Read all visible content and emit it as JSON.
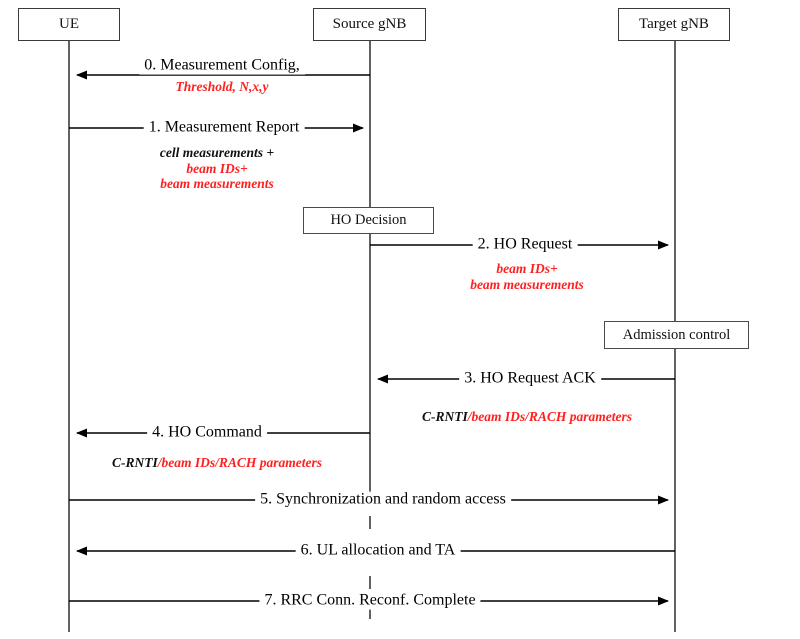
{
  "diagram": {
    "title": "Handover procedure sequence diagram",
    "type": "sequence-diagram",
    "colors": {
      "highlight": "#ff2020",
      "text": "#111111",
      "line": "#3a3a3a",
      "background": "#ffffff"
    }
  },
  "actors": [
    {
      "id": "ue",
      "label": "UE"
    },
    {
      "id": "source",
      "label": "Source gNB"
    },
    {
      "id": "target",
      "label": "Target gNB"
    }
  ],
  "process_boxes": [
    {
      "id": "ho-decision",
      "label": "HO Decision",
      "actor": "source"
    },
    {
      "id": "admission-control",
      "label": "Admission control",
      "actor": "target"
    }
  ],
  "messages": [
    {
      "id": "msg-0",
      "label": "0. Measurement Config,",
      "from": "source",
      "to": "ue",
      "direction": "left",
      "sub_lines": [
        {
          "parts": [
            {
              "text": "Threshold, N,x,y",
              "color": "red"
            }
          ]
        }
      ]
    },
    {
      "id": "msg-1",
      "label": "1. Measurement Report",
      "from": "ue",
      "to": "source",
      "direction": "right",
      "sub_lines": [
        {
          "parts": [
            {
              "text": "cell measurements +",
              "color": "black"
            }
          ]
        },
        {
          "parts": [
            {
              "text": "beam IDs+",
              "color": "red"
            }
          ]
        },
        {
          "parts": [
            {
              "text": "beam measurements",
              "color": "red"
            }
          ]
        }
      ]
    },
    {
      "id": "msg-2",
      "label": "2. HO Request",
      "from": "source",
      "to": "target",
      "direction": "right",
      "sub_lines": [
        {
          "parts": [
            {
              "text": "beam IDs+",
              "color": "red"
            }
          ]
        },
        {
          "parts": [
            {
              "text": "beam measurements",
              "color": "red"
            }
          ]
        }
      ]
    },
    {
      "id": "msg-3",
      "label": "3. HO Request ACK",
      "from": "target",
      "to": "source",
      "direction": "left",
      "sub_lines": [
        {
          "parts": [
            {
              "text": "C-RNTI",
              "color": "black"
            },
            {
              "text": "/beam IDs/RACH parameters",
              "color": "red"
            }
          ]
        }
      ]
    },
    {
      "id": "msg-4",
      "label": "4. HO Command",
      "from": "source",
      "to": "ue",
      "direction": "left",
      "sub_lines": [
        {
          "parts": [
            {
              "text": "C-RNTI",
              "color": "black"
            },
            {
              "text": "/beam IDs/RACH parameters",
              "color": "red"
            }
          ]
        }
      ]
    },
    {
      "id": "msg-5",
      "label": "5. Synchronization and random access",
      "from": "ue",
      "to": "target",
      "direction": "right",
      "sub_lines": []
    },
    {
      "id": "msg-6",
      "label": "6. UL allocation and TA",
      "from": "target",
      "to": "ue",
      "direction": "left",
      "sub_lines": []
    },
    {
      "id": "msg-7",
      "label": "7. RRC Conn. Reconf. Complete",
      "from": "ue",
      "to": "target",
      "direction": "right",
      "sub_lines": []
    }
  ]
}
